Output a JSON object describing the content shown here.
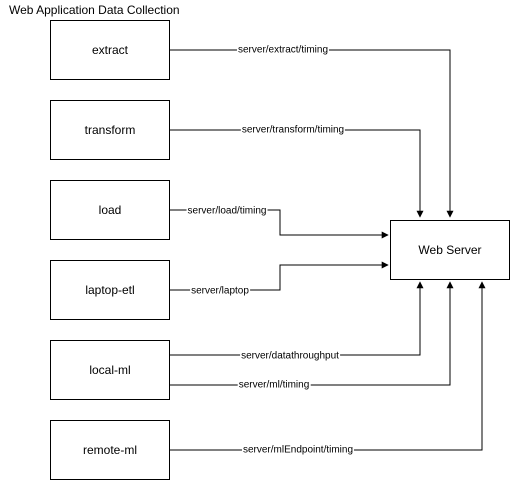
{
  "diagram": {
    "title": "Web Application Data Collection",
    "nodes": {
      "extract": "extract",
      "transform": "transform",
      "load": "load",
      "laptop_etl": "laptop-etl",
      "local_ml": "local-ml",
      "remote_ml": "remote-ml",
      "web_server": "Web Server"
    },
    "edges": {
      "extract_timing": "server/extract/timing",
      "transform_timing": "server/transform/timing",
      "load_timing": "server/load/timing",
      "laptop": "server/laptop",
      "datathroughput": "server/datathroughput",
      "ml_timing": "server/ml/timing",
      "mlendpoint_timing": "server/mlEndpoint/timing"
    }
  }
}
